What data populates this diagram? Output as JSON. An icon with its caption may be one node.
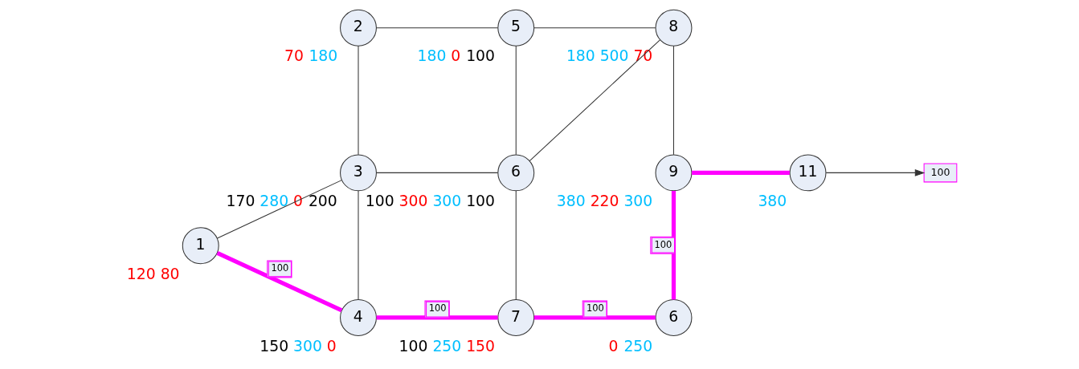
{
  "diagram": {
    "nodes": [
      {
        "text": [
          "2"
        ],
        "beside": [
          "70",
          "180"
        ]
      },
      {
        "text": [
          "5"
        ],
        "beside": [
          "180",
          "0",
          "100"
        ]
      },
      {
        "text": [
          "8"
        ],
        "beside": [
          "180",
          "500",
          "70"
        ]
      },
      {
        "text": [
          "1"
        ],
        "beside": [
          "120",
          "80"
        ]
      },
      {
        "text": [
          "3"
        ],
        "beside": [
          "170",
          "280",
          "0",
          "200"
        ]
      },
      {
        "text": [
          "6"
        ],
        "beside": [
          "100",
          "300",
          "300",
          "100"
        ]
      },
      {
        "text": [
          "9"
        ],
        "beside": [
          "380",
          "220",
          "300"
        ]
      },
      {
        "text": [
          "11"
        ],
        "beside": [
          "380"
        ]
      },
      {
        "text": [
          "100"
        ]
      },
      {
        "text": [
          "4"
        ],
        "beside": [
          "150",
          "300",
          "0"
        ]
      },
      {
        "text": [
          "7"
        ],
        "beside": [
          "100",
          "250",
          "150"
        ]
      },
      {
        "text": [
          "6"
        ],
        "beside": [
          "0",
          "250"
        ]
      }
    ],
    "edges": [
      {
        "from": 0,
        "to": 1,
        "arrow": "none"
      },
      {
        "from": 1,
        "to": 2,
        "arrow": "none"
      },
      {
        "from": 0,
        "to": 4,
        "arrow": "none"
      },
      {
        "from": 1,
        "to": 5,
        "arrow": "none"
      },
      {
        "from": 2,
        "to": 5,
        "arrow": "none"
      },
      {
        "from": 2,
        "to": 6,
        "arrow": "none"
      },
      {
        "from": 3,
        "to": 4,
        "arrow": "none"
      },
      {
        "from": 4,
        "to": 5,
        "arrow": "none"
      },
      {
        "from": 6,
        "to": 7,
        "arrow": "none",
        "style": "thick",
        "color": "#ff00ff"
      },
      {
        "from": 7,
        "to": 8,
        "arrow": "to"
      },
      {
        "from": 3,
        "to": 9,
        "arrow": "none",
        "label": "100",
        "style": "thick",
        "color": "#ff00ff"
      },
      {
        "from": 4,
        "to": 9,
        "arrow": "none"
      },
      {
        "from": 5,
        "to": 10,
        "arrow": "none"
      },
      {
        "from": 6,
        "to": 11,
        "arrow": "none",
        "label": "100",
        "style": "thick",
        "color": "#ff00ff"
      },
      {
        "from": 9,
        "to": 10,
        "arrow": "none",
        "label": "100",
        "style": "thick",
        "color": "#ff00ff"
      },
      {
        "from": 10,
        "to": 11,
        "arrow": "none",
        "label": "100",
        "style": "thick",
        "color": "#ff00ff"
      }
    ]
  }
}
